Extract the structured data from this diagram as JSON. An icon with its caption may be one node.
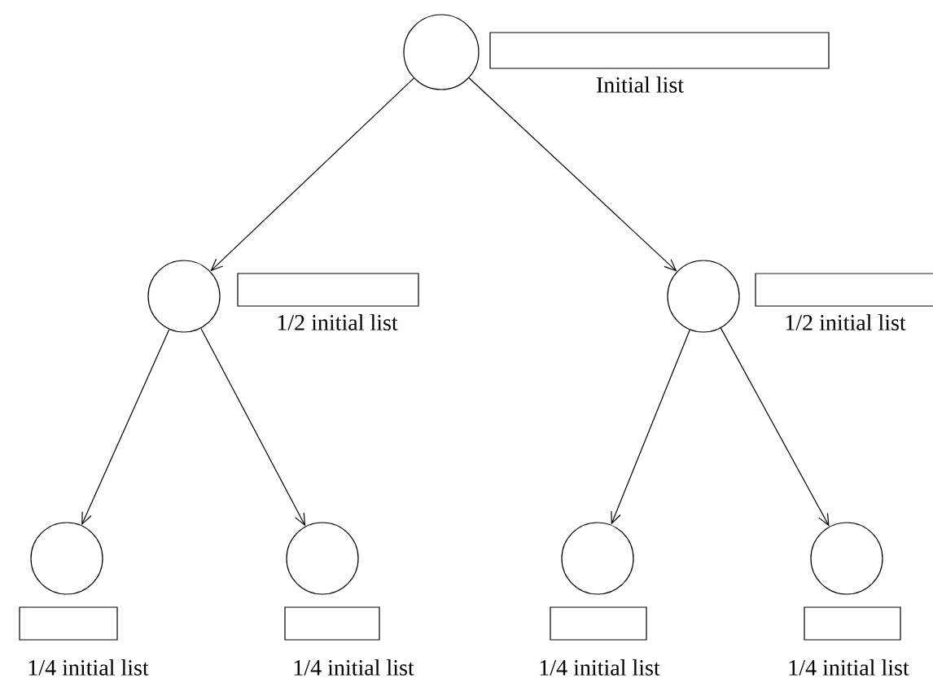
{
  "diagram": {
    "nodes": [
      {
        "text": [],
        "shape": "circle"
      },
      {
        "text": [
          "Initial list"
        ]
      },
      {
        "text": [],
        "shape": "circle"
      },
      {
        "text": [
          "1/2 initial list"
        ]
      },
      {
        "text": [],
        "shape": "circle"
      },
      {
        "text": [
          "1/2 initial list"
        ]
      },
      {
        "text": [],
        "shape": "circle"
      },
      {
        "text": [
          "1/4 initial list"
        ]
      },
      {
        "text": [],
        "shape": "circle"
      },
      {
        "text": [
          "1/4 initial list"
        ]
      },
      {
        "text": [],
        "shape": "circle"
      },
      {
        "text": [
          "1/4 initial list"
        ]
      },
      {
        "text": [],
        "shape": "circle"
      },
      {
        "text": [
          "1/4 initial list"
        ]
      }
    ],
    "edges": [
      {
        "from": 0,
        "to": 2,
        "arrow": "to"
      },
      {
        "from": 0,
        "to": 4,
        "arrow": "to"
      },
      {
        "from": 2,
        "to": 6,
        "arrow": "to"
      },
      {
        "from": 2,
        "to": 8,
        "arrow": "to"
      },
      {
        "from": 4,
        "to": 10,
        "arrow": "to"
      },
      {
        "from": 4,
        "to": 12,
        "arrow": "to"
      }
    ]
  }
}
